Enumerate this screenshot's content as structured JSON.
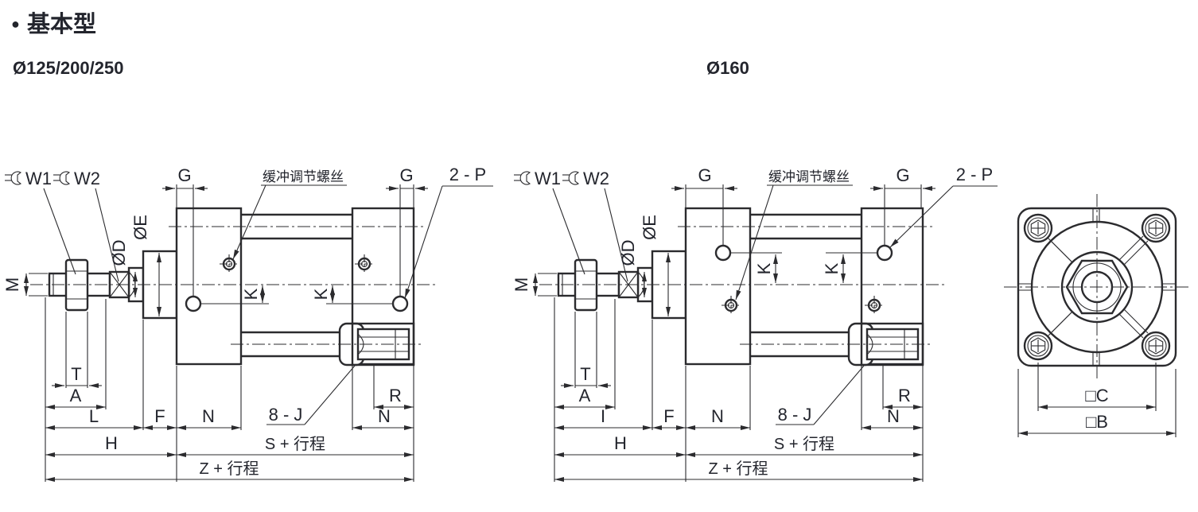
{
  "title": {
    "bullet": "●",
    "text": "基本型"
  },
  "headings": {
    "left": "Ø125/200/250",
    "right": "Ø160"
  },
  "dim_labels": {
    "w1": "W1",
    "w2": "W2",
    "g": "G",
    "cushion_screw": "缓冲调节螺丝",
    "ports": "2 - P",
    "m": "M",
    "rod_dia": "ØD",
    "gland_dia": "ØE",
    "k": "K",
    "t": "T",
    "a": "A",
    "l": "L",
    "i": "I",
    "f": "F",
    "n": "N",
    "tie_rod_nuts": "8 - J",
    "r": "R",
    "h": "H",
    "s_plus_stroke": "S + 行程",
    "z_plus_stroke": "Z + 行程",
    "c_square": "□C",
    "b_square": "□B"
  },
  "colors": {
    "background": "#ffffff",
    "line": "#2b2b2e",
    "text": "#23252d"
  }
}
